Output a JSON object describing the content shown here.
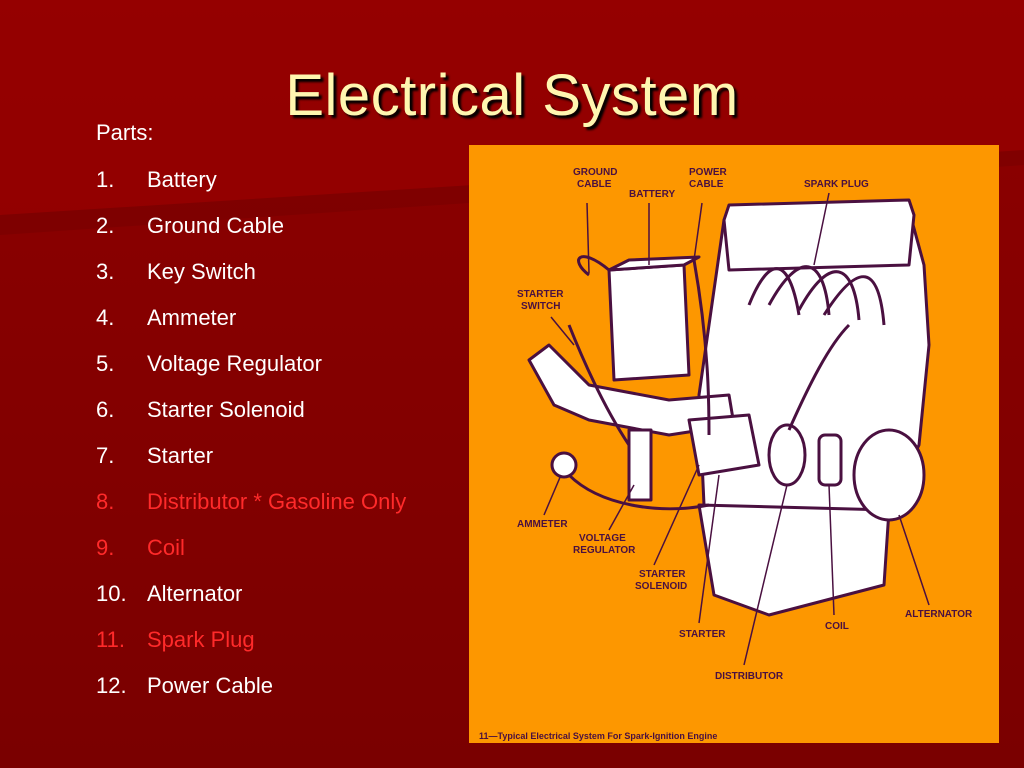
{
  "slide": {
    "title": "Electrical System",
    "parts_heading": "Parts:",
    "parts": [
      {
        "num": "1.",
        "label": "Battery",
        "highlight": false
      },
      {
        "num": "2.",
        "label": "Ground Cable",
        "highlight": false
      },
      {
        "num": "3.",
        "label": "Key Switch",
        "highlight": false
      },
      {
        "num": "4.",
        "label": "Ammeter",
        "highlight": false
      },
      {
        "num": "5.",
        "label": "Voltage Regulator",
        "highlight": false
      },
      {
        "num": "6.",
        "label": "Starter Solenoid",
        "highlight": false
      },
      {
        "num": "7.",
        "label": "Starter",
        "highlight": false
      },
      {
        "num": "8.",
        "label": "Distributor  * Gasoline Only",
        "highlight": true
      },
      {
        "num": "9.",
        "label": "Coil",
        "highlight": true
      },
      {
        "num": "10.",
        "label": "Alternator",
        "highlight": false
      },
      {
        "num": "11.",
        "label": "Spark Plug",
        "highlight": true
      },
      {
        "num": "12.",
        "label": "Power Cable",
        "highlight": false
      }
    ]
  },
  "diagram": {
    "labels": {
      "ground_cable_1": "GROUND",
      "ground_cable_2": "CABLE",
      "battery": "BATTERY",
      "power_cable_1": "POWER",
      "power_cable_2": "CABLE",
      "spark_plug": "SPARK PLUG",
      "starter_switch_1": "STARTER",
      "starter_switch_2": "SWITCH",
      "ammeter": "AMMETER",
      "voltage_regulator_1": "VOLTAGE",
      "voltage_regulator_2": "REGULATOR",
      "starter_solenoid_1": "STARTER",
      "starter_solenoid_2": "SOLENOID",
      "starter": "STARTER",
      "coil": "COIL",
      "alternator": "ALTERNATOR",
      "distributor": "DISTRIBUTOR"
    },
    "caption": "11—Typical Electrical System For Spark-Ignition Engine"
  },
  "colors": {
    "background": "#8e0000",
    "title": "#fff6b0",
    "highlight": "#ff2a2a",
    "figure_background": "#fd9700",
    "diagram_ink": "#4a1040"
  }
}
